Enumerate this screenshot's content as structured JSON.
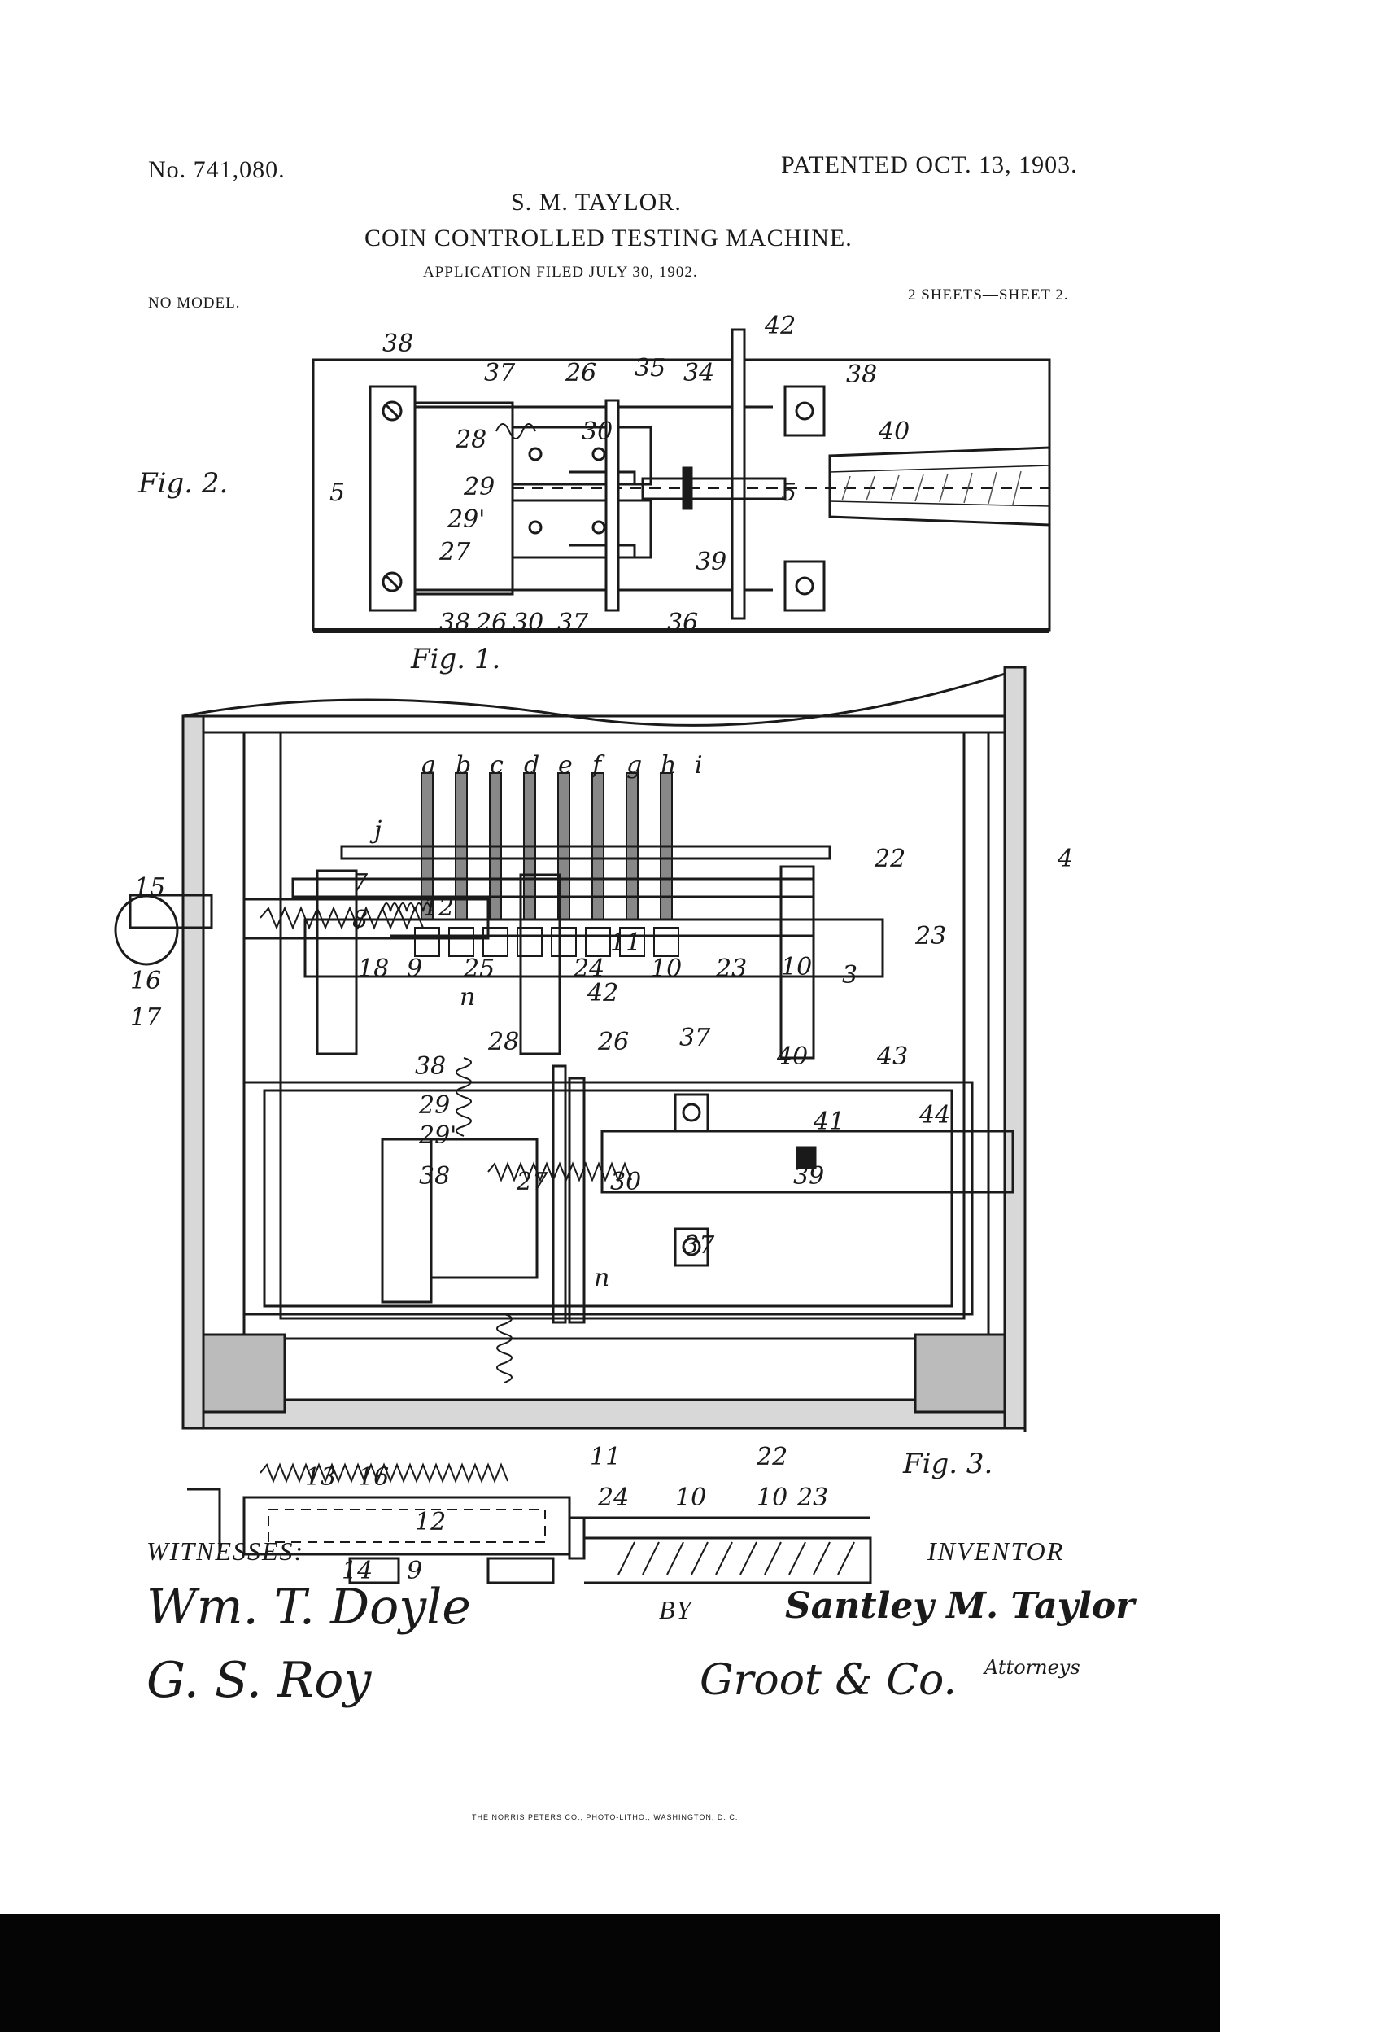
{
  "header": {
    "patent_no": "No. 741,080.",
    "patented": "PATENTED OCT. 13, 1903.",
    "inventor_name": "S. M. TAYLOR.",
    "title": "COIN CONTROLLED TESTING MACHINE.",
    "filed": "APPLICATION FILED JULY 30, 1902.",
    "model": "NO MODEL.",
    "sheets": "2 SHEETS—SHEET 2."
  },
  "figures": {
    "fig2_label": "Fig. 2.",
    "fig1_label": "Fig. 1.",
    "fig3_label": "Fig. 3.",
    "fig2_refs": [
      "38",
      "37",
      "26",
      "35",
      "34",
      "42",
      "38",
      "40",
      "28",
      "30",
      "5",
      "29",
      "5",
      "29'",
      "27",
      "39",
      "38",
      "26",
      "30",
      "37",
      "36"
    ],
    "fig1_refs": [
      "a",
      "b",
      "c",
      "d",
      "e",
      "f",
      "g",
      "h",
      "i",
      "j",
      "4",
      "7",
      "8",
      "12",
      "22",
      "23",
      "15",
      "11",
      "16",
      "17",
      "18",
      "9",
      "25",
      "24",
      "10",
      "23",
      "10",
      "3",
      "n",
      "42",
      "28",
      "26",
      "37",
      "40",
      "43",
      "38",
      "29",
      "41",
      "44",
      "29'",
      "39",
      "38",
      "27",
      "30",
      "37",
      "n"
    ],
    "fig3_refs": [
      "11",
      "22",
      "13",
      "16",
      "24",
      "10",
      "10",
      "23",
      "12",
      "14",
      "9"
    ]
  },
  "signatures": {
    "witnesses_label": "WITNESSES:",
    "witness1": "Wm. T. Doyle",
    "witness2": "G. S. Roy",
    "inventor_label": "INVENTOR",
    "by_label": "BY",
    "inventor_signature": "Santley M. Taylor",
    "attorney_signature": "Groot & Co.",
    "attorney_label": "Attorneys"
  },
  "footer": {
    "printer": "THE NORRIS PETERS CO., PHOTO-LITHO., WASHINGTON, D. C."
  }
}
